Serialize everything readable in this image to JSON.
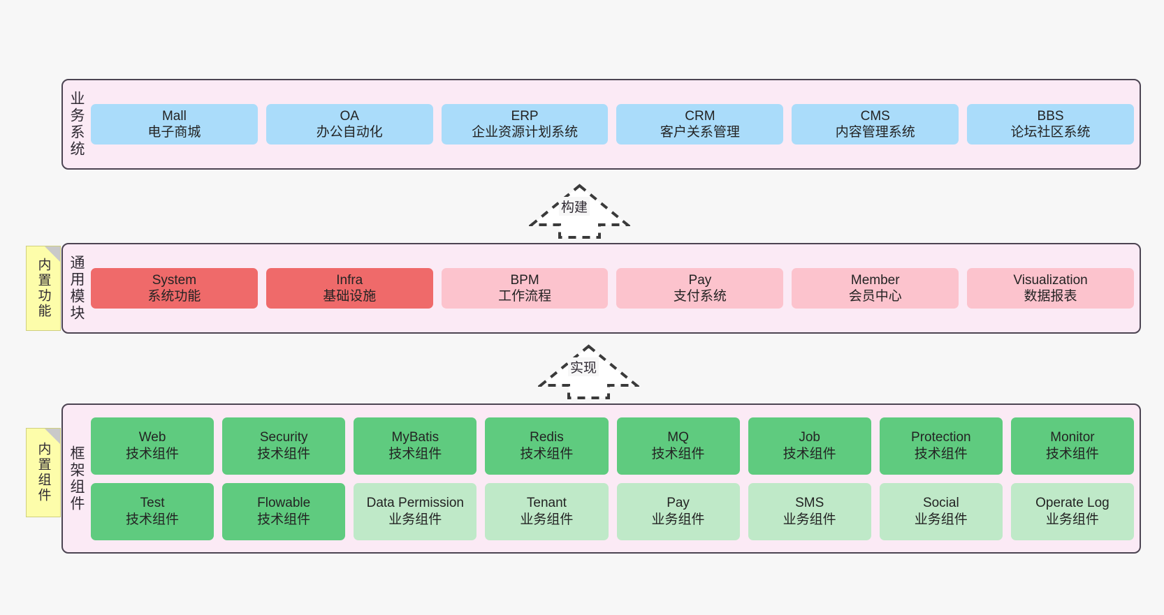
{
  "diagram": {
    "background": "#f7f7f7",
    "layers": [
      {
        "id": "business",
        "title": "业务系统",
        "items": [
          {
            "en": "Mall",
            "cn": "电子商城",
            "color": "#aadcfa"
          },
          {
            "en": "OA",
            "cn": "办公自动化",
            "color": "#aadcfa"
          },
          {
            "en": "ERP",
            "cn": "企业资源计划系统",
            "color": "#aadcfa"
          },
          {
            "en": "CRM",
            "cn": "客户关系管理",
            "color": "#aadcfa"
          },
          {
            "en": "CMS",
            "cn": "内容管理系统",
            "color": "#aadcfa"
          },
          {
            "en": "BBS",
            "cn": "论坛社区系统",
            "color": "#aadcfa"
          }
        ]
      },
      {
        "id": "common",
        "title": "通用模块",
        "note": "内置功能",
        "items": [
          {
            "en": "System",
            "cn": "系统功能",
            "color": "#ef6a6a"
          },
          {
            "en": "Infra",
            "cn": "基础设施",
            "color": "#ef6a6a"
          },
          {
            "en": "BPM",
            "cn": "工作流程",
            "color": "#fcc3cd"
          },
          {
            "en": "Pay",
            "cn": "支付系统",
            "color": "#fcc3cd"
          },
          {
            "en": "Member",
            "cn": "会员中心",
            "color": "#fcc3cd"
          },
          {
            "en": "Visualization",
            "cn": "数据报表",
            "color": "#fcc3cd"
          }
        ]
      },
      {
        "id": "framework",
        "title": "框架组件",
        "note": "内置组件",
        "rows": [
          [
            {
              "en": "Web",
              "cn": "技术组件",
              "color": "#5fcb7f"
            },
            {
              "en": "Security",
              "cn": "技术组件",
              "color": "#5fcb7f"
            },
            {
              "en": "MyBatis",
              "cn": "技术组件",
              "color": "#5fcb7f"
            },
            {
              "en": "Redis",
              "cn": "技术组件",
              "color": "#5fcb7f"
            },
            {
              "en": "MQ",
              "cn": "技术组件",
              "color": "#5fcb7f"
            },
            {
              "en": "Job",
              "cn": "技术组件",
              "color": "#5fcb7f"
            },
            {
              "en": "Protection",
              "cn": "技术组件",
              "color": "#5fcb7f"
            },
            {
              "en": "Monitor",
              "cn": "技术组件",
              "color": "#5fcb7f"
            }
          ],
          [
            {
              "en": "Test",
              "cn": "技术组件",
              "color": "#5fcb7f"
            },
            {
              "en": "Flowable",
              "cn": "技术组件",
              "color": "#5fcb7f"
            },
            {
              "en": "Data Permission",
              "cn": "业务组件",
              "color": "#bfe9c8"
            },
            {
              "en": "Tenant",
              "cn": "业务组件",
              "color": "#bfe9c8"
            },
            {
              "en": "Pay",
              "cn": "业务组件",
              "color": "#bfe9c8"
            },
            {
              "en": "SMS",
              "cn": "业务组件",
              "color": "#bfe9c8"
            },
            {
              "en": "Social",
              "cn": "业务组件",
              "color": "#bfe9c8"
            },
            {
              "en": "Operate Log",
              "cn": "业务组件",
              "color": "#bfe9c8"
            }
          ]
        ]
      }
    ],
    "arrows": [
      {
        "id": "build",
        "label": "构建"
      },
      {
        "id": "implement",
        "label": "实现"
      }
    ]
  }
}
